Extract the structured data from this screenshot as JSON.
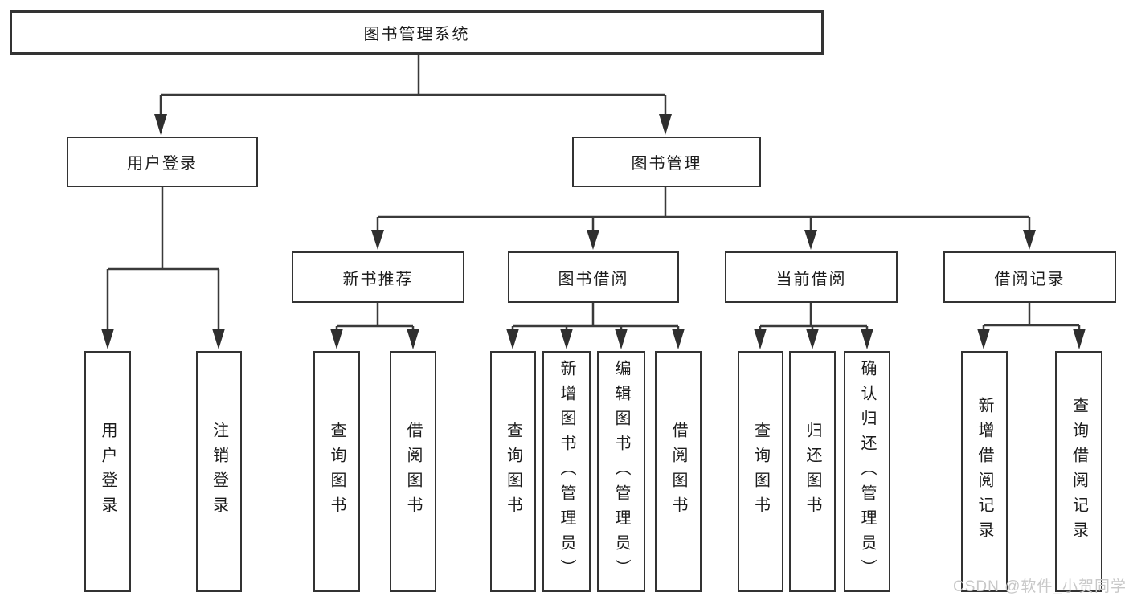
{
  "diagram": {
    "root": {
      "label": "图书管理系统"
    },
    "level2": [
      {
        "id": "user-login",
        "label": "用户登录"
      },
      {
        "id": "book-management",
        "label": "图书管理"
      }
    ],
    "level3": [
      {
        "id": "new-book-recommend",
        "label": "新书推荐"
      },
      {
        "id": "book-borrow",
        "label": "图书借阅"
      },
      {
        "id": "current-borrow",
        "label": "当前借阅"
      },
      {
        "id": "borrow-records",
        "label": "借阅记录"
      }
    ],
    "leaves": [
      {
        "id": "user-login",
        "label": "用户登录"
      },
      {
        "id": "logout",
        "label": "注销登录"
      },
      {
        "id": "query-books-recommend",
        "label": "查询图书"
      },
      {
        "id": "borrow-books-recommend",
        "label": "借阅图书"
      },
      {
        "id": "query-books-borrow",
        "label": "查询图书"
      },
      {
        "id": "add-book-admin",
        "label": "新增图书（管理员）"
      },
      {
        "id": "edit-book-admin",
        "label": "编辑图书（管理员）"
      },
      {
        "id": "borrow-books-borrow",
        "label": "借阅图书"
      },
      {
        "id": "query-books-current",
        "label": "查询图书"
      },
      {
        "id": "return-book",
        "label": "归还图书"
      },
      {
        "id": "confirm-return-admin",
        "label": "确认归还（管理员）"
      },
      {
        "id": "add-borrow-record",
        "label": "新增借阅记录"
      },
      {
        "id": "query-borrow-record",
        "label": "查询借阅记录"
      }
    ]
  },
  "watermark": {
    "text": "CSDN @软件_小贺同学",
    "color": "#c8c8c8"
  },
  "colors": {
    "line": "#3a3a3a",
    "arrow_fill": "#2f2f2f",
    "box_border": "#333333",
    "text": "#1c1c1c",
    "background": "#ffffff"
  }
}
